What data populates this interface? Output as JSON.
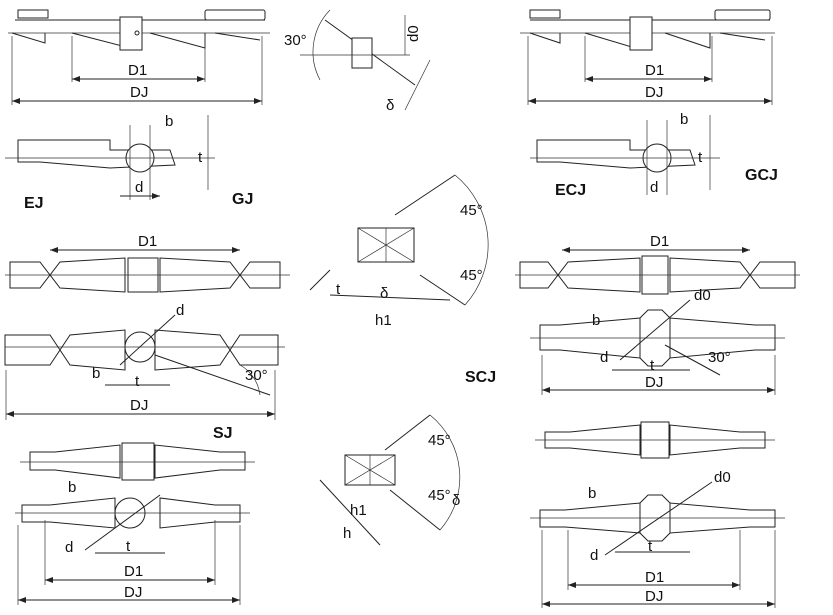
{
  "labels": {
    "ej_d1": "D1",
    "ej_dj": "DJ",
    "angle_30": "30°",
    "d0_top": "d0",
    "delta_top": "δ",
    "ecj_d1": "D1",
    "ecj_dj": "DJ",
    "ej_b": "b",
    "ej_t": "t",
    "ej_d": "d",
    "ecj_b": "b",
    "ecj_t": "t",
    "ecj_d": "d",
    "sj_d1": "D1",
    "sj_d": "d",
    "sj_b": "b",
    "sj_t": "t",
    "sj_30": "30°",
    "sj_dj": "DJ",
    "scj_45a": "45°",
    "scj_45b": "45°",
    "scj_t": "t",
    "scj_delta": "δ",
    "scj_h1": "h1",
    "right_d1": "D1",
    "right_d0": "d0",
    "right_b": "b",
    "right_d": "d",
    "right_t": "t",
    "right_30": "30°",
    "right_dj": "DJ",
    "bl_b": "b",
    "bl_d": "d",
    "bl_t": "t",
    "bl_d1": "D1",
    "bl_dj": "DJ",
    "bc_45a": "45°",
    "bc_45b": "45°",
    "bc_delta": "δ",
    "bc_h1": "h1",
    "bc_h": "h",
    "br_d0": "d0",
    "br_b": "b",
    "br_d": "d",
    "br_t": "t",
    "br_d1": "D1",
    "br_dj": "DJ"
  },
  "names": {
    "ej": "EJ",
    "gj": "GJ",
    "ecj": "ECJ",
    "gcj": "GCJ",
    "sj": "SJ",
    "scj": "SCJ"
  }
}
